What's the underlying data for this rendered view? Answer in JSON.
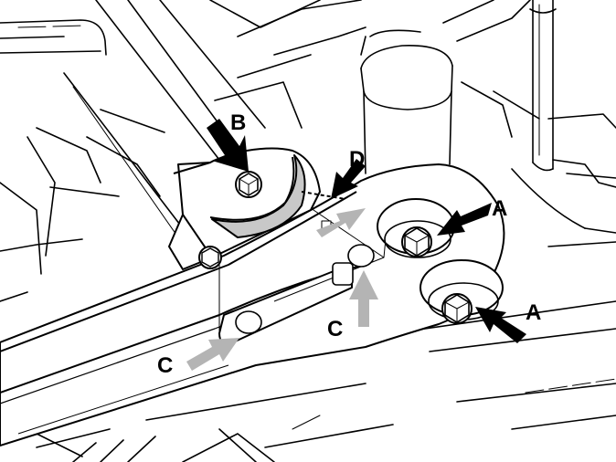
{
  "diagram": {
    "labels": {
      "a": "A",
      "b": "B",
      "c": "C",
      "d": "D"
    },
    "colors": {
      "line": "#000000",
      "background": "#ffffff",
      "gray_arrow": "#b4b4b4",
      "black_arrow": "#000000",
      "bushing_shade": "#c8c8c8"
    }
  }
}
